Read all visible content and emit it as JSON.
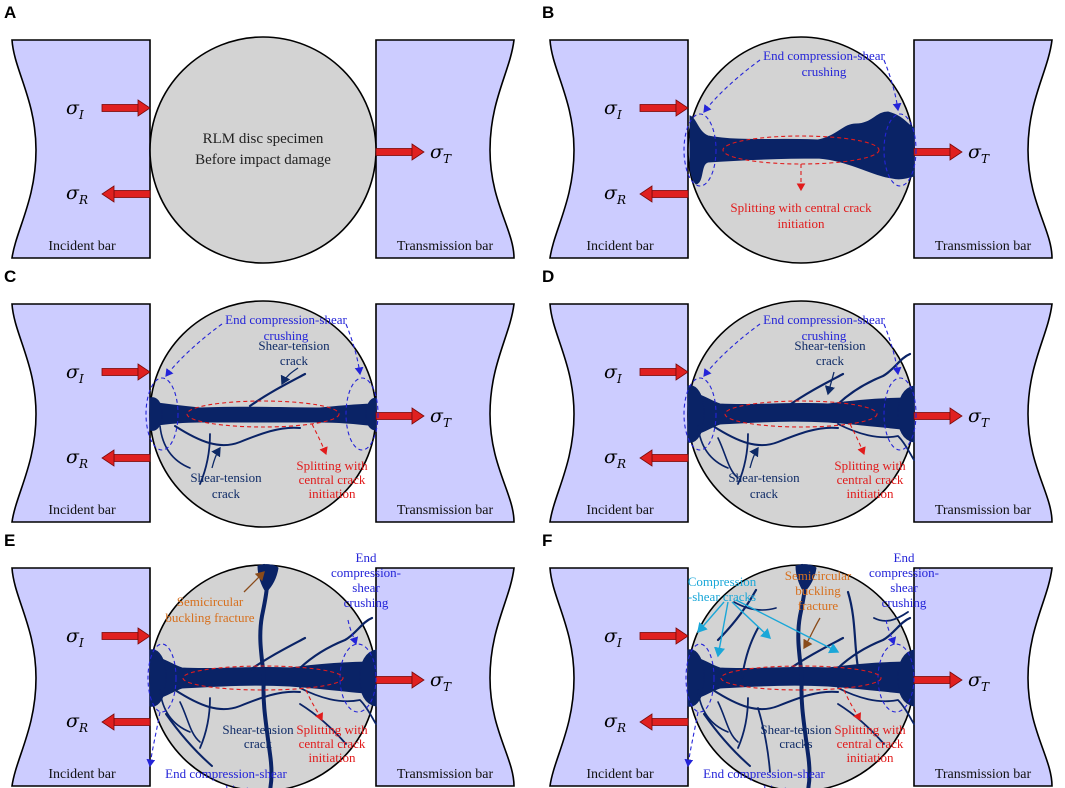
{
  "panels": [
    {
      "id": "A",
      "label": "A",
      "stage": 0,
      "incident_label": "Incident bar",
      "transmission_label": "Transmission bar",
      "sigma_incident": {
        "main": "σ",
        "sub": "I"
      },
      "sigma_reflected": {
        "main": "σ",
        "sub": "R"
      },
      "sigma_transmitted": {
        "main": "σ",
        "sub": "T"
      },
      "center_text": [
        "RLM disc specimen",
        "Before impact damage"
      ],
      "annotations": []
    },
    {
      "id": "B",
      "label": "B",
      "stage": 1,
      "incident_label": "Incident bar",
      "transmission_label": "Transmission bar",
      "sigma_incident": {
        "main": "σ",
        "sub": "I"
      },
      "sigma_reflected": {
        "main": "σ",
        "sub": "R"
      },
      "sigma_transmitted": {
        "main": "σ",
        "sub": "T"
      },
      "center_text": [],
      "annotations": [
        {
          "key": "end",
          "color": "blue",
          "lines": [
            "End compression-shear",
            "crushing"
          ]
        },
        {
          "key": "split",
          "color": "red",
          "lines": [
            "Splitting with central crack",
            "initiation"
          ]
        }
      ]
    },
    {
      "id": "C",
      "label": "C",
      "stage": 2,
      "incident_label": "Incident bar",
      "transmission_label": "Transmission bar",
      "sigma_incident": {
        "main": "σ",
        "sub": "I"
      },
      "sigma_reflected": {
        "main": "σ",
        "sub": "R"
      },
      "sigma_transmitted": {
        "main": "σ",
        "sub": "T"
      },
      "center_text": [],
      "annotations": [
        {
          "key": "end",
          "color": "blue",
          "lines": [
            "End compression-shear",
            "crushing"
          ]
        },
        {
          "key": "st_upper",
          "color": "navy",
          "lines": [
            "Shear-tension",
            "crack"
          ]
        },
        {
          "key": "st_lower",
          "color": "navy",
          "lines": [
            "Shear-tension",
            "crack"
          ]
        },
        {
          "key": "split",
          "color": "red",
          "lines": [
            "Splitting with",
            "central crack",
            "initiation"
          ]
        }
      ]
    },
    {
      "id": "D",
      "label": "D",
      "stage": 3,
      "incident_label": "Incident bar",
      "transmission_label": "Transmission bar",
      "sigma_incident": {
        "main": "σ",
        "sub": "I"
      },
      "sigma_reflected": {
        "main": "σ",
        "sub": "R"
      },
      "sigma_transmitted": {
        "main": "σ",
        "sub": "T"
      },
      "center_text": [],
      "annotations": [
        {
          "key": "end",
          "color": "blue",
          "lines": [
            "End compression-shear",
            "crushing"
          ]
        },
        {
          "key": "st_upper",
          "color": "navy",
          "lines": [
            "Shear-tension",
            "crack"
          ]
        },
        {
          "key": "st_lower",
          "color": "navy",
          "lines": [
            "Shear-tension",
            "crack"
          ]
        },
        {
          "key": "split",
          "color": "red",
          "lines": [
            "Splitting with",
            "central crack",
            "initiation"
          ]
        }
      ]
    },
    {
      "id": "E",
      "label": "E",
      "stage": 4,
      "incident_label": "Incident bar",
      "transmission_label": "Transmission bar",
      "sigma_incident": {
        "main": "σ",
        "sub": "I"
      },
      "sigma_reflected": {
        "main": "σ",
        "sub": "R"
      },
      "sigma_transmitted": {
        "main": "σ",
        "sub": "T"
      },
      "center_text": [],
      "annotations": [
        {
          "key": "semi",
          "color": "orange",
          "lines": [
            "Semicircular",
            "buckling fracture"
          ]
        },
        {
          "key": "end_right",
          "color": "blue",
          "lines": [
            "End",
            "compression-",
            "shear",
            "crushing"
          ]
        },
        {
          "key": "st_bottom",
          "color": "navy",
          "lines": [
            "Shear-tension",
            "crack"
          ]
        },
        {
          "key": "split",
          "color": "red",
          "lines": [
            "Splitting with",
            "central crack",
            "initiation"
          ]
        },
        {
          "key": "end_bottom",
          "color": "blue",
          "lines": [
            "End compression-shear",
            "crushing"
          ]
        }
      ]
    },
    {
      "id": "F",
      "label": "F",
      "stage": 5,
      "incident_label": "Incident bar",
      "transmission_label": "Transmission bar",
      "sigma_incident": {
        "main": "σ",
        "sub": "I"
      },
      "sigma_reflected": {
        "main": "σ",
        "sub": "R"
      },
      "sigma_transmitted": {
        "main": "σ",
        "sub": "T"
      },
      "center_text": [],
      "annotations": [
        {
          "key": "cs",
          "color": "cyan",
          "lines": [
            "Compression",
            "-shear cracks"
          ]
        },
        {
          "key": "semi",
          "color": "orange",
          "lines": [
            "Semicircular",
            "buckling",
            "fracture"
          ]
        },
        {
          "key": "end_right",
          "color": "blue",
          "lines": [
            "End",
            "compression-",
            "shear",
            "crushing"
          ]
        },
        {
          "key": "st_bottom",
          "color": "navy",
          "lines": [
            "Shear-tension",
            "cracks"
          ]
        },
        {
          "key": "split",
          "color": "red",
          "lines": [
            "Splitting with",
            "central crack",
            "initiation"
          ]
        },
        {
          "key": "end_bottom",
          "color": "blue",
          "lines": [
            "End compression-shear",
            "crushing"
          ]
        }
      ]
    }
  ],
  "colors": {
    "bar_fill": "#ccccff",
    "disc_fill": "#d3d3d3",
    "crack": "#0a2366",
    "arrow": "#e02020",
    "blue": "#2424d8",
    "red": "#e11b1b",
    "navy": "#0e2a66",
    "orange": "#d7701e",
    "cyan": "#1aa7d8"
  }
}
